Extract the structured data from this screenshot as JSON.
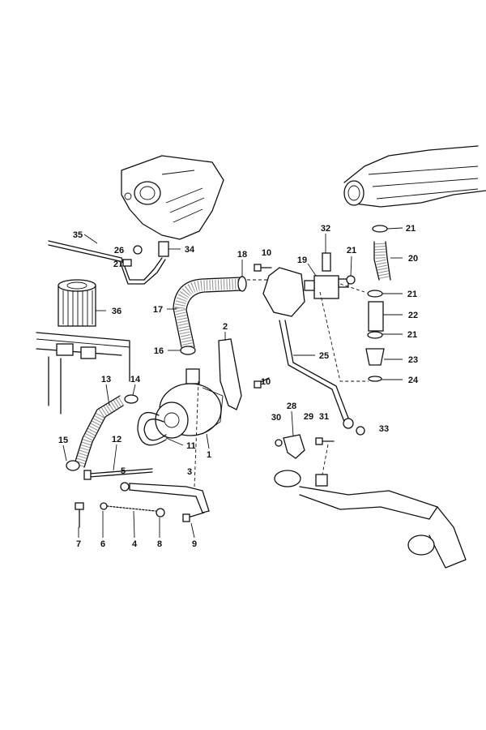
{
  "diagram": {
    "callouts": [
      {
        "id": "c35",
        "number": "35"
      },
      {
        "id": "c26",
        "number": "26"
      },
      {
        "id": "c34",
        "number": "34"
      },
      {
        "id": "c27",
        "number": "27"
      },
      {
        "id": "c36",
        "number": "36"
      },
      {
        "id": "c18",
        "number": "18"
      },
      {
        "id": "c10a",
        "number": "10"
      },
      {
        "id": "c32",
        "number": "32"
      },
      {
        "id": "c19",
        "number": "19"
      },
      {
        "id": "c21a",
        "number": "21"
      },
      {
        "id": "c21b",
        "number": "21"
      },
      {
        "id": "c20",
        "number": "20"
      },
      {
        "id": "c17",
        "number": "17"
      },
      {
        "id": "c21c",
        "number": "21"
      },
      {
        "id": "c22",
        "number": "22"
      },
      {
        "id": "c21d",
        "number": "21"
      },
      {
        "id": "c16",
        "number": "16"
      },
      {
        "id": "c2",
        "number": "2"
      },
      {
        "id": "c10b",
        "number": "10"
      },
      {
        "id": "c25",
        "number": "25"
      },
      {
        "id": "c23",
        "number": "23"
      },
      {
        "id": "c24",
        "number": "24"
      },
      {
        "id": "c13",
        "number": "13"
      },
      {
        "id": "c14",
        "number": "14"
      },
      {
        "id": "c28",
        "number": "28"
      },
      {
        "id": "c30",
        "number": "30"
      },
      {
        "id": "c29",
        "number": "29"
      },
      {
        "id": "c31",
        "number": "31"
      },
      {
        "id": "c33",
        "number": "33"
      },
      {
        "id": "c15",
        "number": "15"
      },
      {
        "id": "c12",
        "number": "12"
      },
      {
        "id": "c11",
        "number": "11"
      },
      {
        "id": "c1",
        "number": "1"
      },
      {
        "id": "c5",
        "number": "5"
      },
      {
        "id": "c3",
        "number": "3"
      },
      {
        "id": "c7",
        "number": "7"
      },
      {
        "id": "c6",
        "number": "6"
      },
      {
        "id": "c4",
        "number": "4"
      },
      {
        "id": "c8",
        "number": "8"
      },
      {
        "id": "c9",
        "number": "9"
      }
    ]
  }
}
